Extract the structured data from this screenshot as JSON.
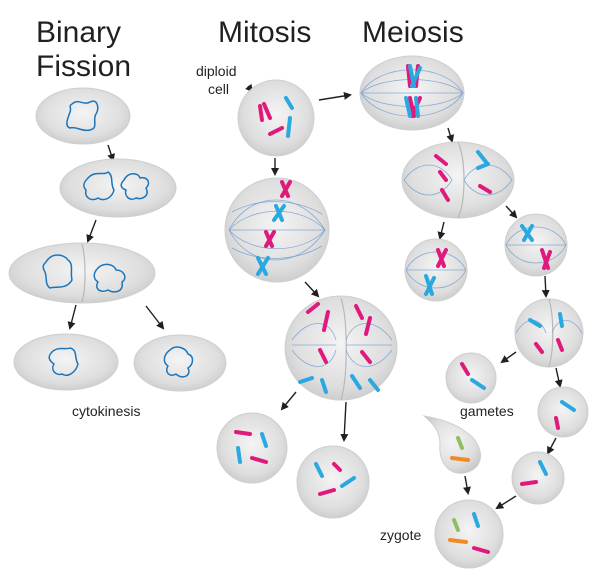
{
  "titles": {
    "binary_line1": "Binary",
    "binary_line2": "Fission",
    "mitosis": "Mitosis",
    "meiosis": "Meiosis"
  },
  "labels": {
    "diploid_line1": "diploid",
    "diploid_line2": "cell",
    "cytokinesis": "cytokinesis",
    "gametes": "gametes",
    "zygote": "zygote"
  },
  "colors": {
    "chromosome_maternal": "#e0197d",
    "chromosome_paternal": "#29a9e0",
    "chromosome_green": "#8cc063",
    "chromosome_orange": "#f08a24",
    "nucleoid": "#1b75bb",
    "spindle": "#6f9bd1",
    "cell_fill": "#d9d9d9"
  }
}
